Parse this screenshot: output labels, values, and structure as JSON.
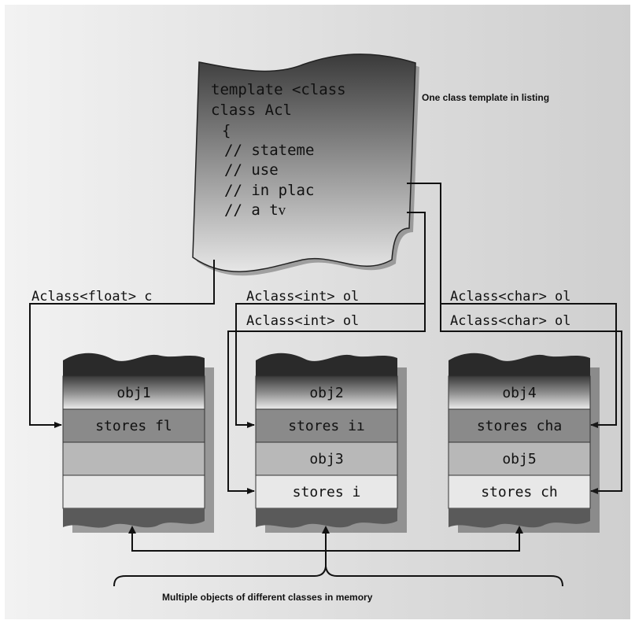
{
  "listing": {
    "lines": [
      "template <class",
      "class Acl",
      "{",
      "// stateme",
      "// use",
      "// in plac",
      "// a tᴠ"
    ],
    "caption": "One class template in listing"
  },
  "statements": {
    "float_obj": "Aclass<float> c",
    "int_obj_a": "Aclass<int> ol",
    "int_obj_b": "Aclass<int> ol",
    "char_obj_a": "Aclass<char> ol",
    "char_obj_b": "Aclass<char> ol"
  },
  "memory": {
    "block1": [
      "obj1",
      "stores fl",
      "",
      ""
    ],
    "block2": [
      "obj2",
      "stores iı",
      "obj3",
      "stores i"
    ],
    "block3": [
      "obj4",
      "stores cha",
      "obj5",
      "stores ch"
    ]
  },
  "footer_caption": "Multiple objects of different classes in memory"
}
